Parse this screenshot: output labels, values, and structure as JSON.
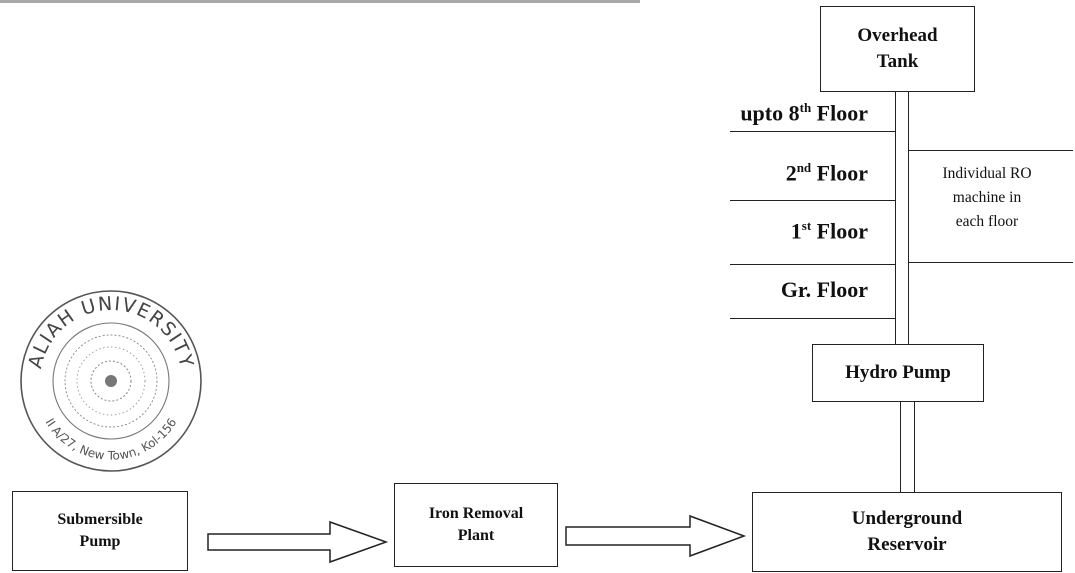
{
  "boxes": {
    "overhead_tank": [
      "Overhead",
      "Tank"
    ],
    "hydro_pump": "Hydro Pump",
    "submersible_pump": [
      "Submersible",
      "Pump"
    ],
    "iron_removal_plant": [
      "Iron Removal",
      "Plant"
    ],
    "underground_reservoir": [
      "Underground",
      "Reservoir"
    ]
  },
  "floors": [
    {
      "pre": "upto 8",
      "sup": "th",
      "post": " Floor"
    },
    {
      "pre": "2",
      "sup": "nd",
      "post": " Floor"
    },
    {
      "pre": "1",
      "sup": "st",
      "post": " Floor"
    },
    {
      "pre": "Gr. Floor",
      "sup": "",
      "post": ""
    }
  ],
  "ro_note": [
    "Individual RO",
    "machine in",
    "each floor"
  ],
  "seal": {
    "outer_text": "ALIAH UNIVERSITY",
    "inner_text": "II A/27, New Town, Kol-156"
  }
}
